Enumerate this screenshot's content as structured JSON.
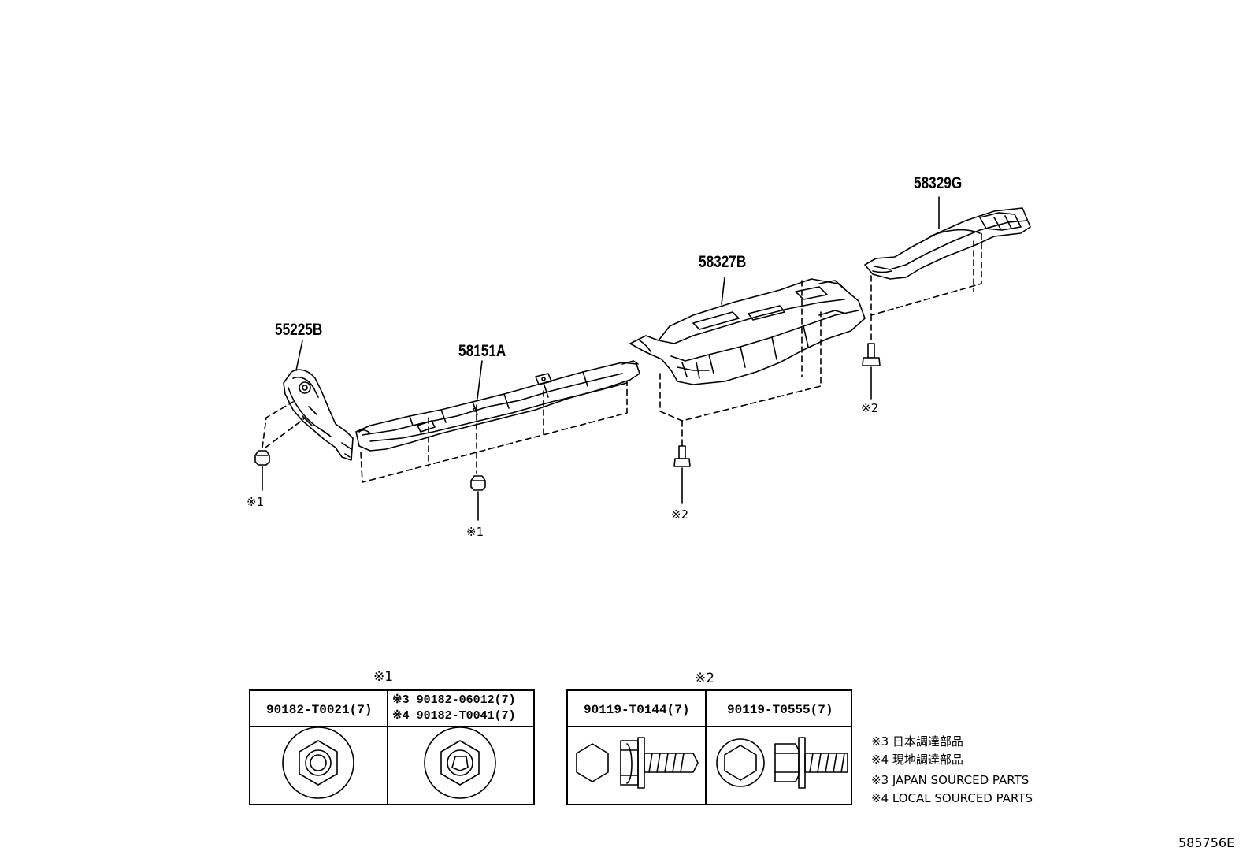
{
  "parts": {
    "p55225B": "55225B",
    "p58151A": "58151A",
    "p58327B": "58327B",
    "p58329G": "58329G"
  },
  "markers": {
    "m1a": "※1",
    "m1b": "※1",
    "m2a": "※2",
    "m2b": "※2"
  },
  "tables": {
    "t1_title": "※1",
    "t1_col1": "90182-T0021(7)",
    "t1_col2_line1": "※3 90182-06012(7)",
    "t1_col2_line2": "※4 90182-T0041(7)",
    "t2_title": "※2",
    "t2_col1": "90119-T0144(7)",
    "t2_col2": "90119-T0555(7)"
  },
  "legend": {
    "l1": "※3 日本調達部品",
    "l2": "※4 現地調達部品",
    "l3": "※3 JAPAN SOURCED PARTS",
    "l4": "※4 LOCAL SOURCED PARTS"
  },
  "figure_id": "585756E"
}
